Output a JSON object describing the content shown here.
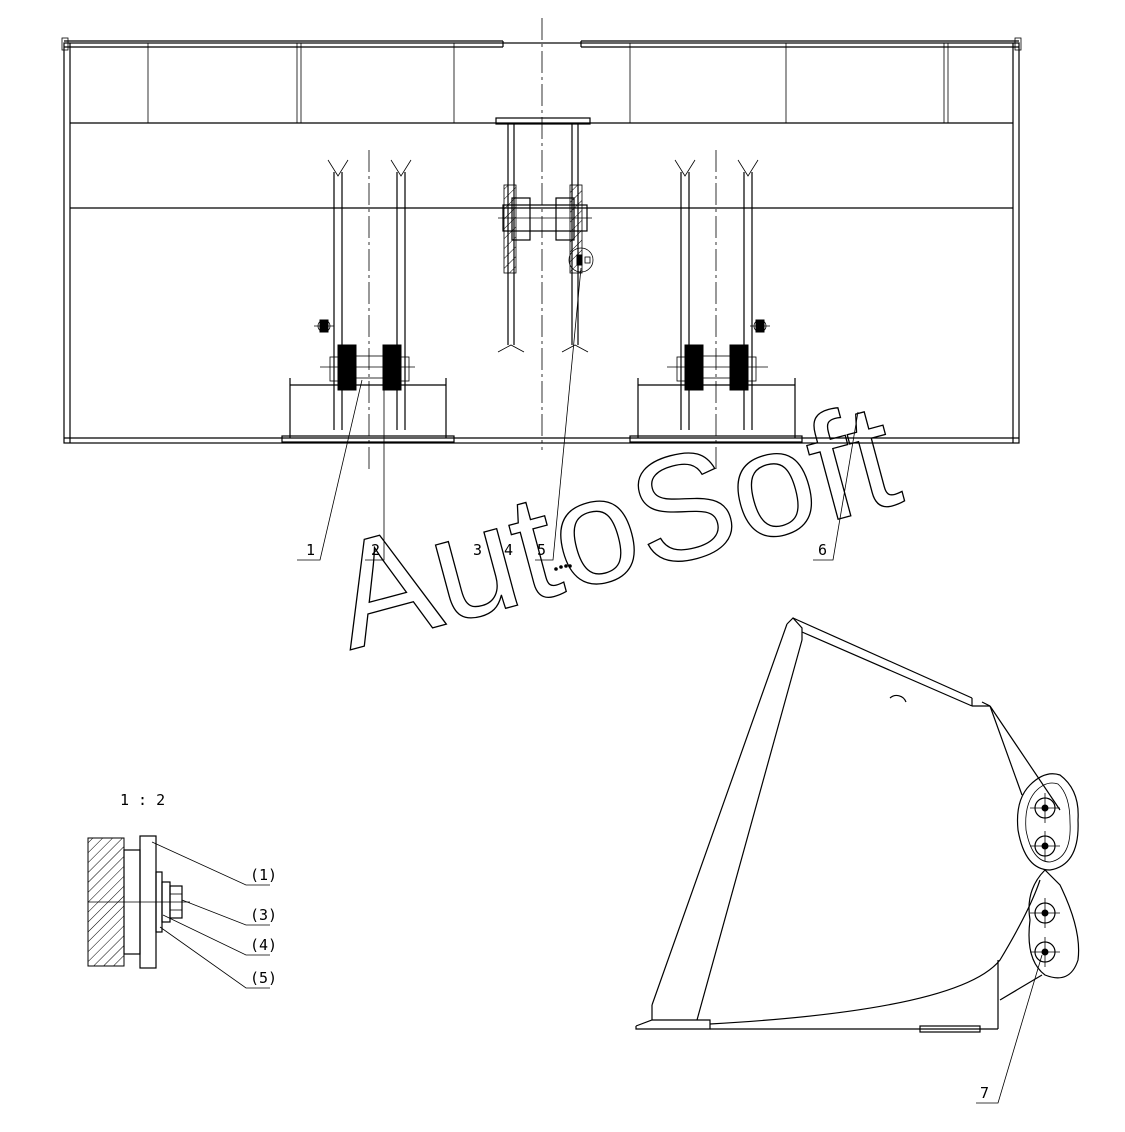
{
  "callouts": {
    "c1": "1",
    "c2": "2",
    "c3": "3",
    "c4": "4",
    "c5": "5",
    "c6": "6",
    "c7": "7"
  },
  "detail": {
    "scale": "1 : 2",
    "d1": "(1)",
    "d3": "(3)",
    "d4": "(4)",
    "d5": "(5)"
  },
  "watermark": "AutoSoft"
}
